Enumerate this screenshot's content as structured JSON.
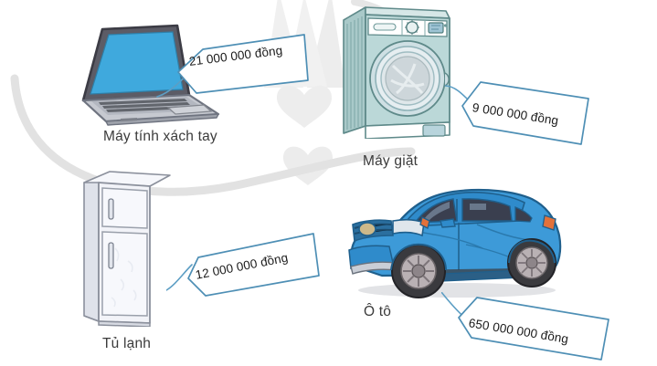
{
  "page": {
    "background_color": "#ffffff",
    "watermark_color": "#e3e3e3",
    "currency_word": "đồng"
  },
  "palette": {
    "callout_border": "#4e8fb5",
    "callout_fill": "#ffffff",
    "leader_line": "#5c9ec4",
    "caption_text": "#3b3b3b",
    "price_text": "#1b1b1b",
    "laptop_screen": "#3fa9dd",
    "laptop_bezel": "#5c5c66",
    "laptop_base": "#b9bcc4",
    "washer_body": "#b9d6d6",
    "washer_panel": "#ffffff",
    "washer_door": "#cfd8dd",
    "fridge_body": "#f2f3f8",
    "fridge_outline": "#8b909c",
    "car_body": "#3d9ad8",
    "car_glass": "#3a3f4f",
    "car_tire": "#3a3a3e"
  },
  "items": [
    {
      "id": "laptop",
      "icon": "laptop-icon",
      "caption": "Máy tính xách tay",
      "price": "21 000 000 đồng"
    },
    {
      "id": "washing-machine",
      "icon": "washing-machine-icon",
      "caption": "Máy giặt",
      "price": "9 000 000 đồng"
    },
    {
      "id": "refrigerator",
      "icon": "refrigerator-icon",
      "caption": "Tủ lạnh",
      "price": "12 000 000 đồng"
    },
    {
      "id": "car",
      "icon": "car-icon",
      "caption": "Ô tô",
      "price": "650 000 000 đồng"
    }
  ]
}
